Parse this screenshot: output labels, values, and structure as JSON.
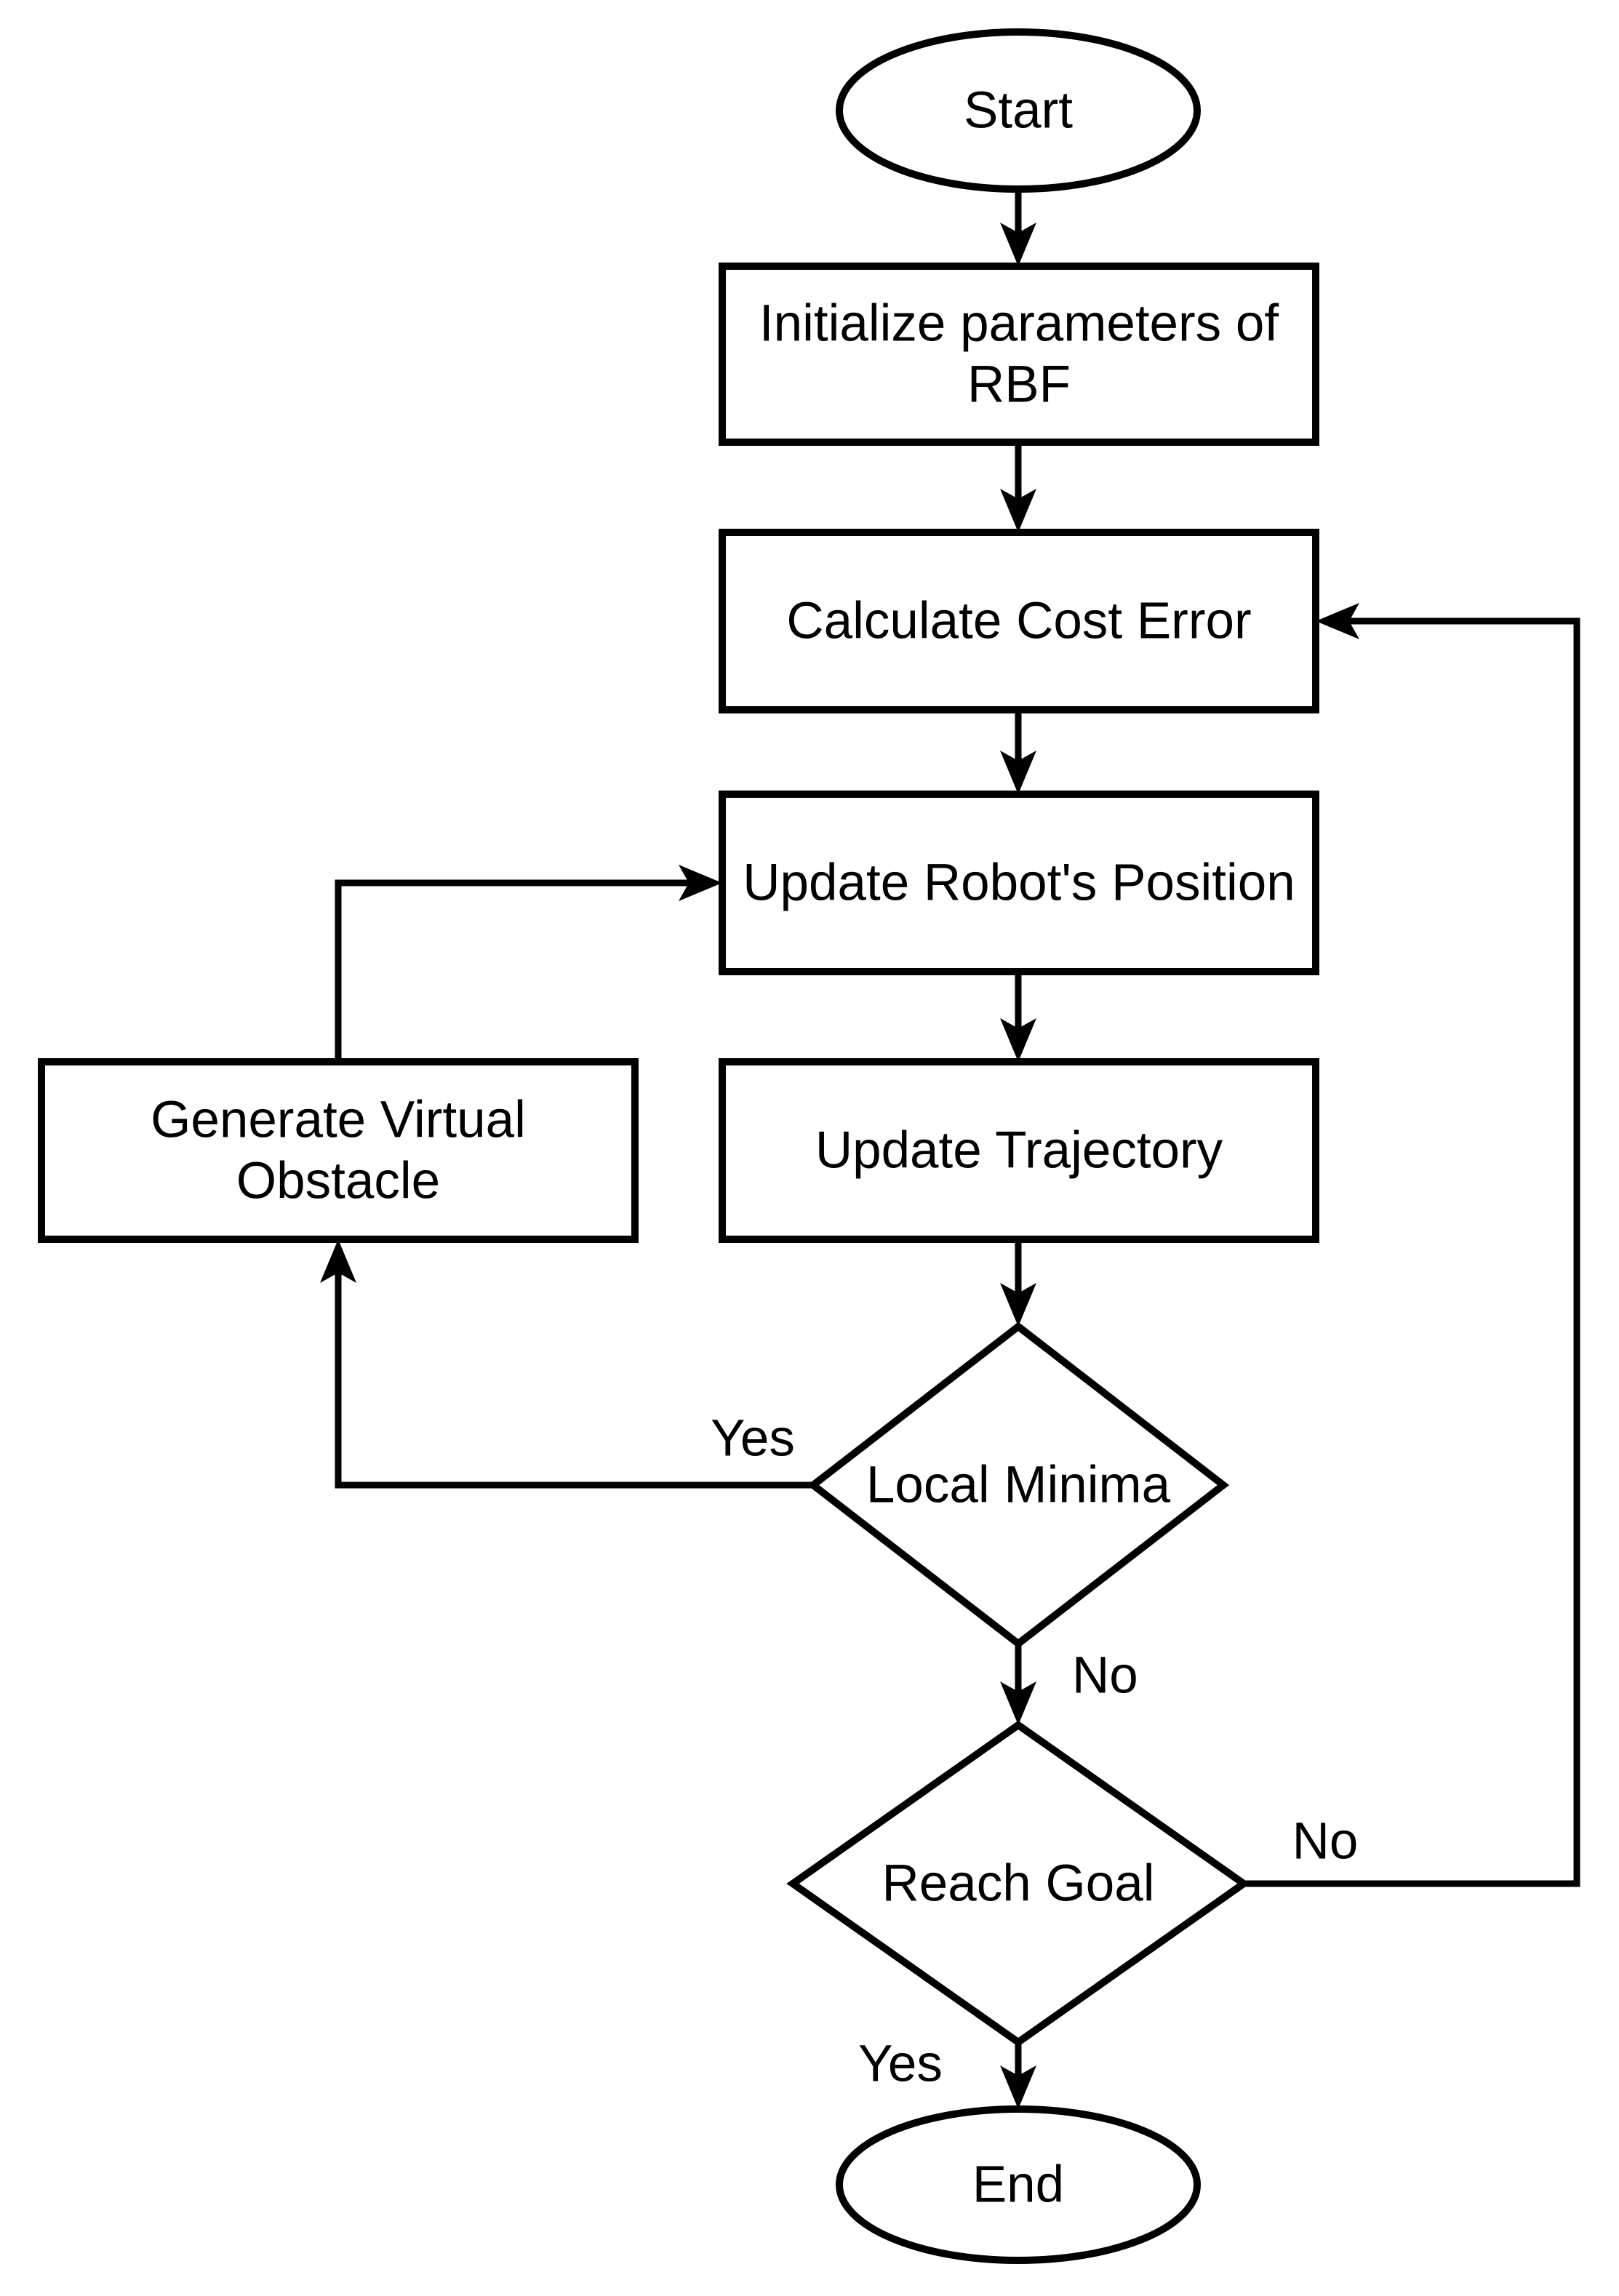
{
  "diagram": {
    "background_color": "#ffffff",
    "stroke_color": "#000000",
    "shape_fill_color": "#ffffff",
    "nodes": {
      "start": {
        "shape": "ellipse",
        "label": "Start"
      },
      "initialize_rbf": {
        "shape": "rectangle",
        "label": "Initialize parameters of RBF",
        "line1": "Initialize parameters of",
        "line2": "RBF"
      },
      "calculate_cost_error": {
        "shape": "rectangle",
        "label": "Calculate Cost Error"
      },
      "update_robot_position": {
        "shape": "rectangle",
        "label": "Update Robot's Position"
      },
      "update_trajectory": {
        "shape": "rectangle",
        "label": "Update Trajectory"
      },
      "generate_virtual_obstacle": {
        "shape": "rectangle",
        "label": "Generate Virtual Obstacle",
        "line1": "Generate Virtual",
        "line2": "Obstacle"
      },
      "local_minima": {
        "shape": "diamond",
        "label": "Local Minima"
      },
      "reach_goal": {
        "shape": "diamond",
        "label": "Reach Goal"
      },
      "end": {
        "shape": "ellipse",
        "label": "End"
      }
    },
    "edge_labels": {
      "local_minima_yes": "Yes",
      "local_minima_no": "No",
      "reach_goal_no": "No",
      "reach_goal_yes": "Yes"
    },
    "flow": [
      "Start -> Initialize parameters of RBF",
      "Initialize parameters of RBF -> Calculate Cost Error",
      "Calculate Cost Error -> Update Robot's Position",
      "Update Robot's Position -> Update Trajectory",
      "Update Trajectory -> Local Minima",
      "Local Minima -Yes-> Generate Virtual Obstacle",
      "Generate Virtual Obstacle -> Update Robot's Position",
      "Local Minima -No-> Reach Goal",
      "Reach Goal -No-> Calculate Cost Error",
      "Reach Goal -Yes-> End"
    ]
  }
}
